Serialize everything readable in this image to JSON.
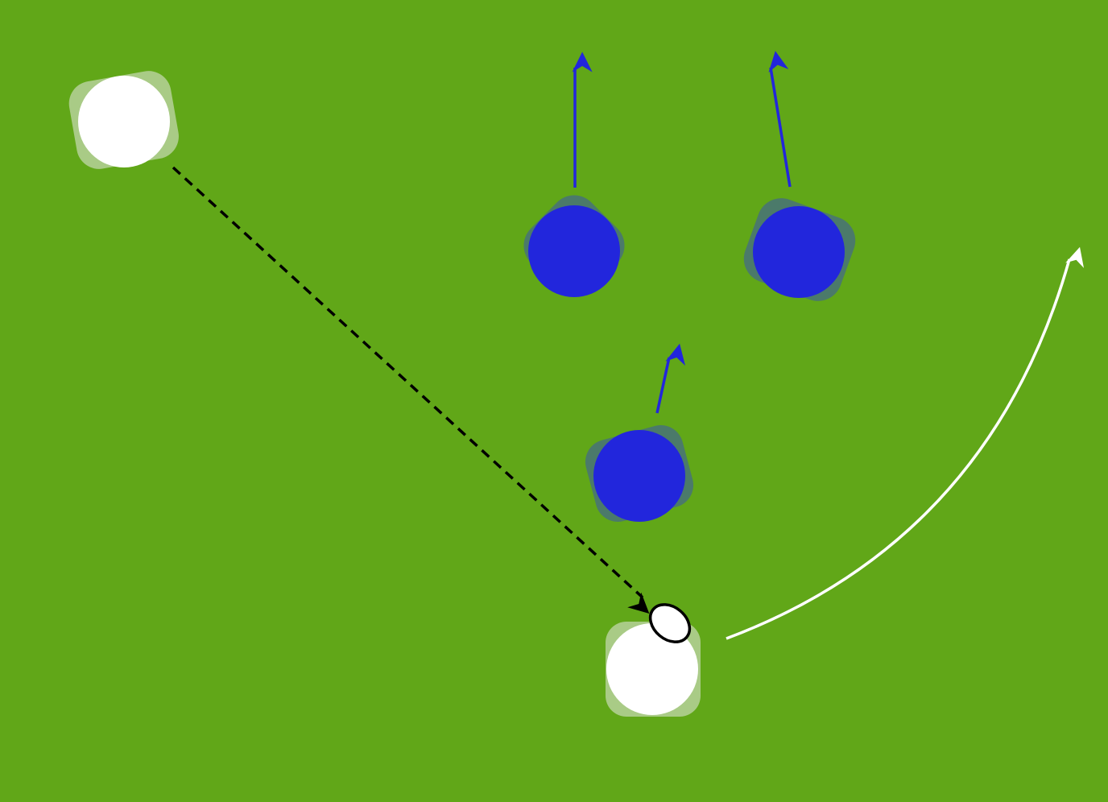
{
  "field": {
    "background_color": "#61a718"
  },
  "colors": {
    "attack": "#ffffff",
    "defense": "#2226dc",
    "defense_shadow": "#4b7a6a",
    "attack_shadow": "#a9cb86",
    "pass_line": "#000000",
    "ball": "#ffffff"
  },
  "players": [
    {
      "id": "attacker-passer",
      "team": "attack"
    },
    {
      "id": "attacker-receiver",
      "team": "attack"
    },
    {
      "id": "defender-1",
      "team": "defense"
    },
    {
      "id": "defender-2",
      "team": "defense"
    },
    {
      "id": "defender-3",
      "team": "defense"
    }
  ],
  "icons": [
    "ball-icon",
    "arrow-icon"
  ]
}
